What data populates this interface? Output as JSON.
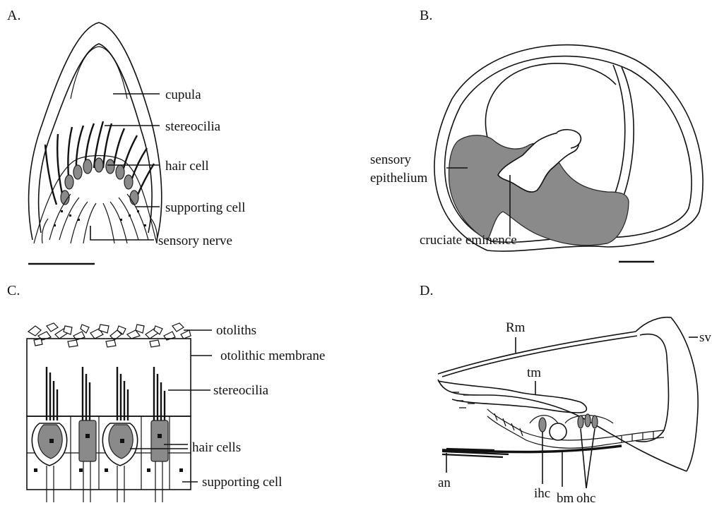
{
  "panels": {
    "A": {
      "letter": "A.",
      "labels": {
        "cupula": "cupula",
        "stereocilia": "stereocilia",
        "hair_cell": "hair cell",
        "supporting_cell": "supporting cell",
        "sensory_nerve": "sensory nerve"
      }
    },
    "B": {
      "letter": "B.",
      "labels": {
        "sensory_line1": "sensory",
        "sensory_line2": "epithelium",
        "cruciate": "cruciate eminence"
      }
    },
    "C": {
      "letter": "C.",
      "labels": {
        "otoliths": "otoliths",
        "otolithic_membrane": "otolithic membrane",
        "stereocilia": "stereocilia",
        "hair_cells": "hair cells",
        "supporting_cell": "supporting cell"
      }
    },
    "D": {
      "letter": "D.",
      "labels": {
        "rm": "Rm",
        "sv": "sv",
        "tm": "tm",
        "an": "an",
        "ihc": "ihc",
        "bm": "bm",
        "ohc": "ohc"
      }
    }
  },
  "colors": {
    "cell_fill": "#8a8a8a",
    "line": "#111111",
    "background": "#ffffff"
  }
}
